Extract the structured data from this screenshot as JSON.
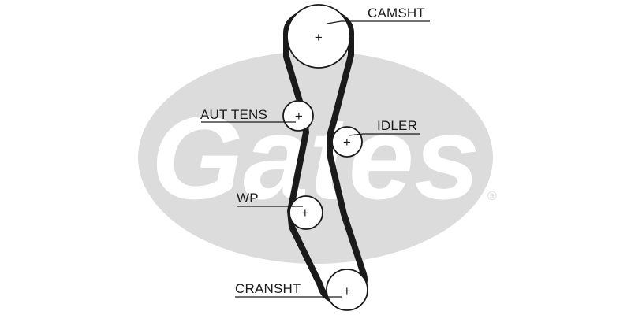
{
  "watermark": {
    "text": "Gates",
    "registered_mark": "®",
    "ellipse_color": "#dcdcdc"
  },
  "labels": {
    "camshaft": "CAMSHT",
    "auto_tensioner": "AUT TENS",
    "idler": "IDLER",
    "water_pump": "WP",
    "crankshaft": "CRANSHT"
  },
  "center_mark": "+",
  "colors": {
    "belt": "#1a1a1a",
    "pulley": "#1a1a1a",
    "text": "#1a1a1a"
  }
}
